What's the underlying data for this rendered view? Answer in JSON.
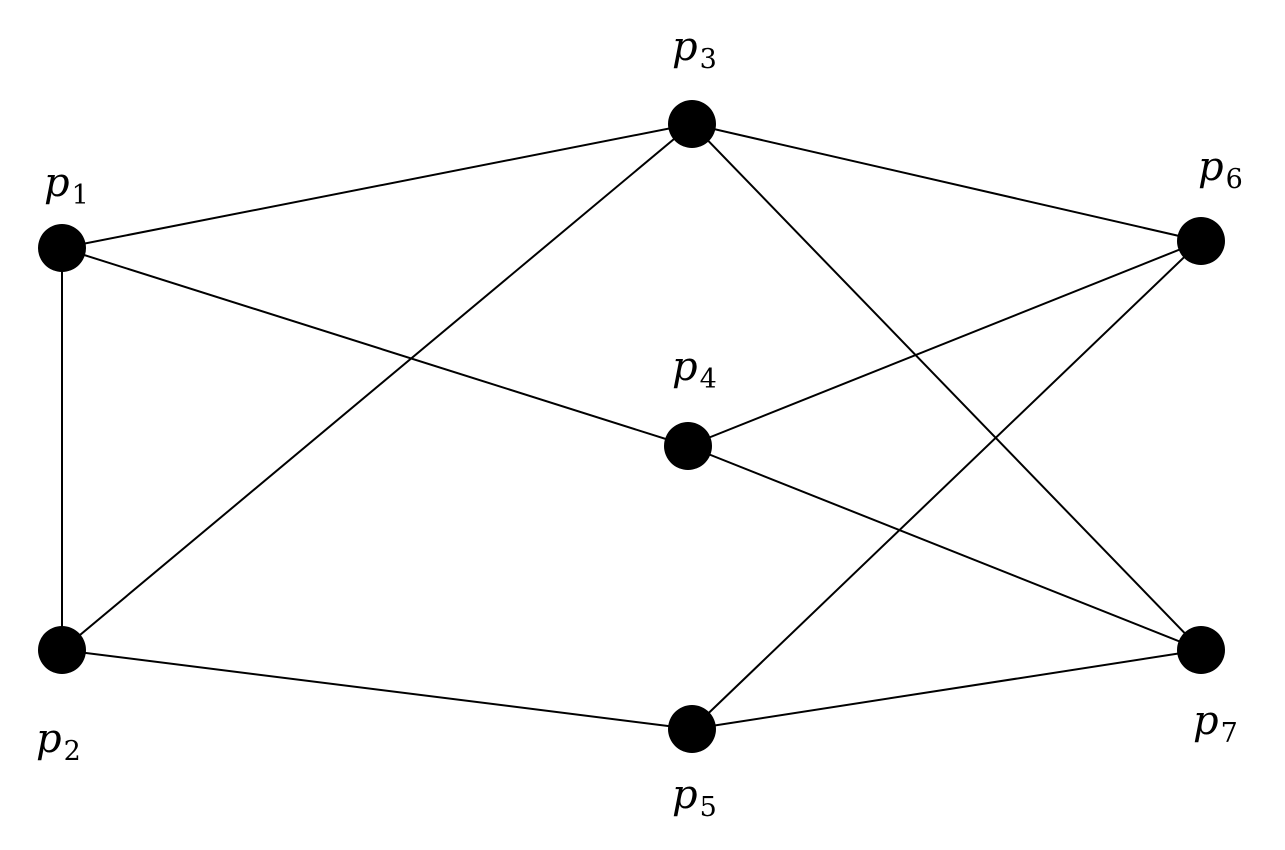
{
  "graph": {
    "nodes": [
      {
        "id": "p1",
        "base": "p",
        "sub": "1"
      },
      {
        "id": "p2",
        "base": "p",
        "sub": "2"
      },
      {
        "id": "p3",
        "base": "p",
        "sub": "3"
      },
      {
        "id": "p4",
        "base": "p",
        "sub": "4"
      },
      {
        "id": "p5",
        "base": "p",
        "sub": "5"
      },
      {
        "id": "p6",
        "base": "p",
        "sub": "6"
      },
      {
        "id": "p7",
        "base": "p",
        "sub": "7"
      }
    ],
    "edges": [
      [
        "p1",
        "p2"
      ],
      [
        "p1",
        "p3"
      ],
      [
        "p1",
        "p4"
      ],
      [
        "p2",
        "p3"
      ],
      [
        "p2",
        "p5"
      ],
      [
        "p3",
        "p6"
      ],
      [
        "p3",
        "p7"
      ],
      [
        "p4",
        "p6"
      ],
      [
        "p4",
        "p7"
      ],
      [
        "p5",
        "p6"
      ],
      [
        "p5",
        "p7"
      ]
    ],
    "colors": {
      "node": "#000000",
      "edge": "#000000",
      "background": "#ffffff"
    }
  }
}
